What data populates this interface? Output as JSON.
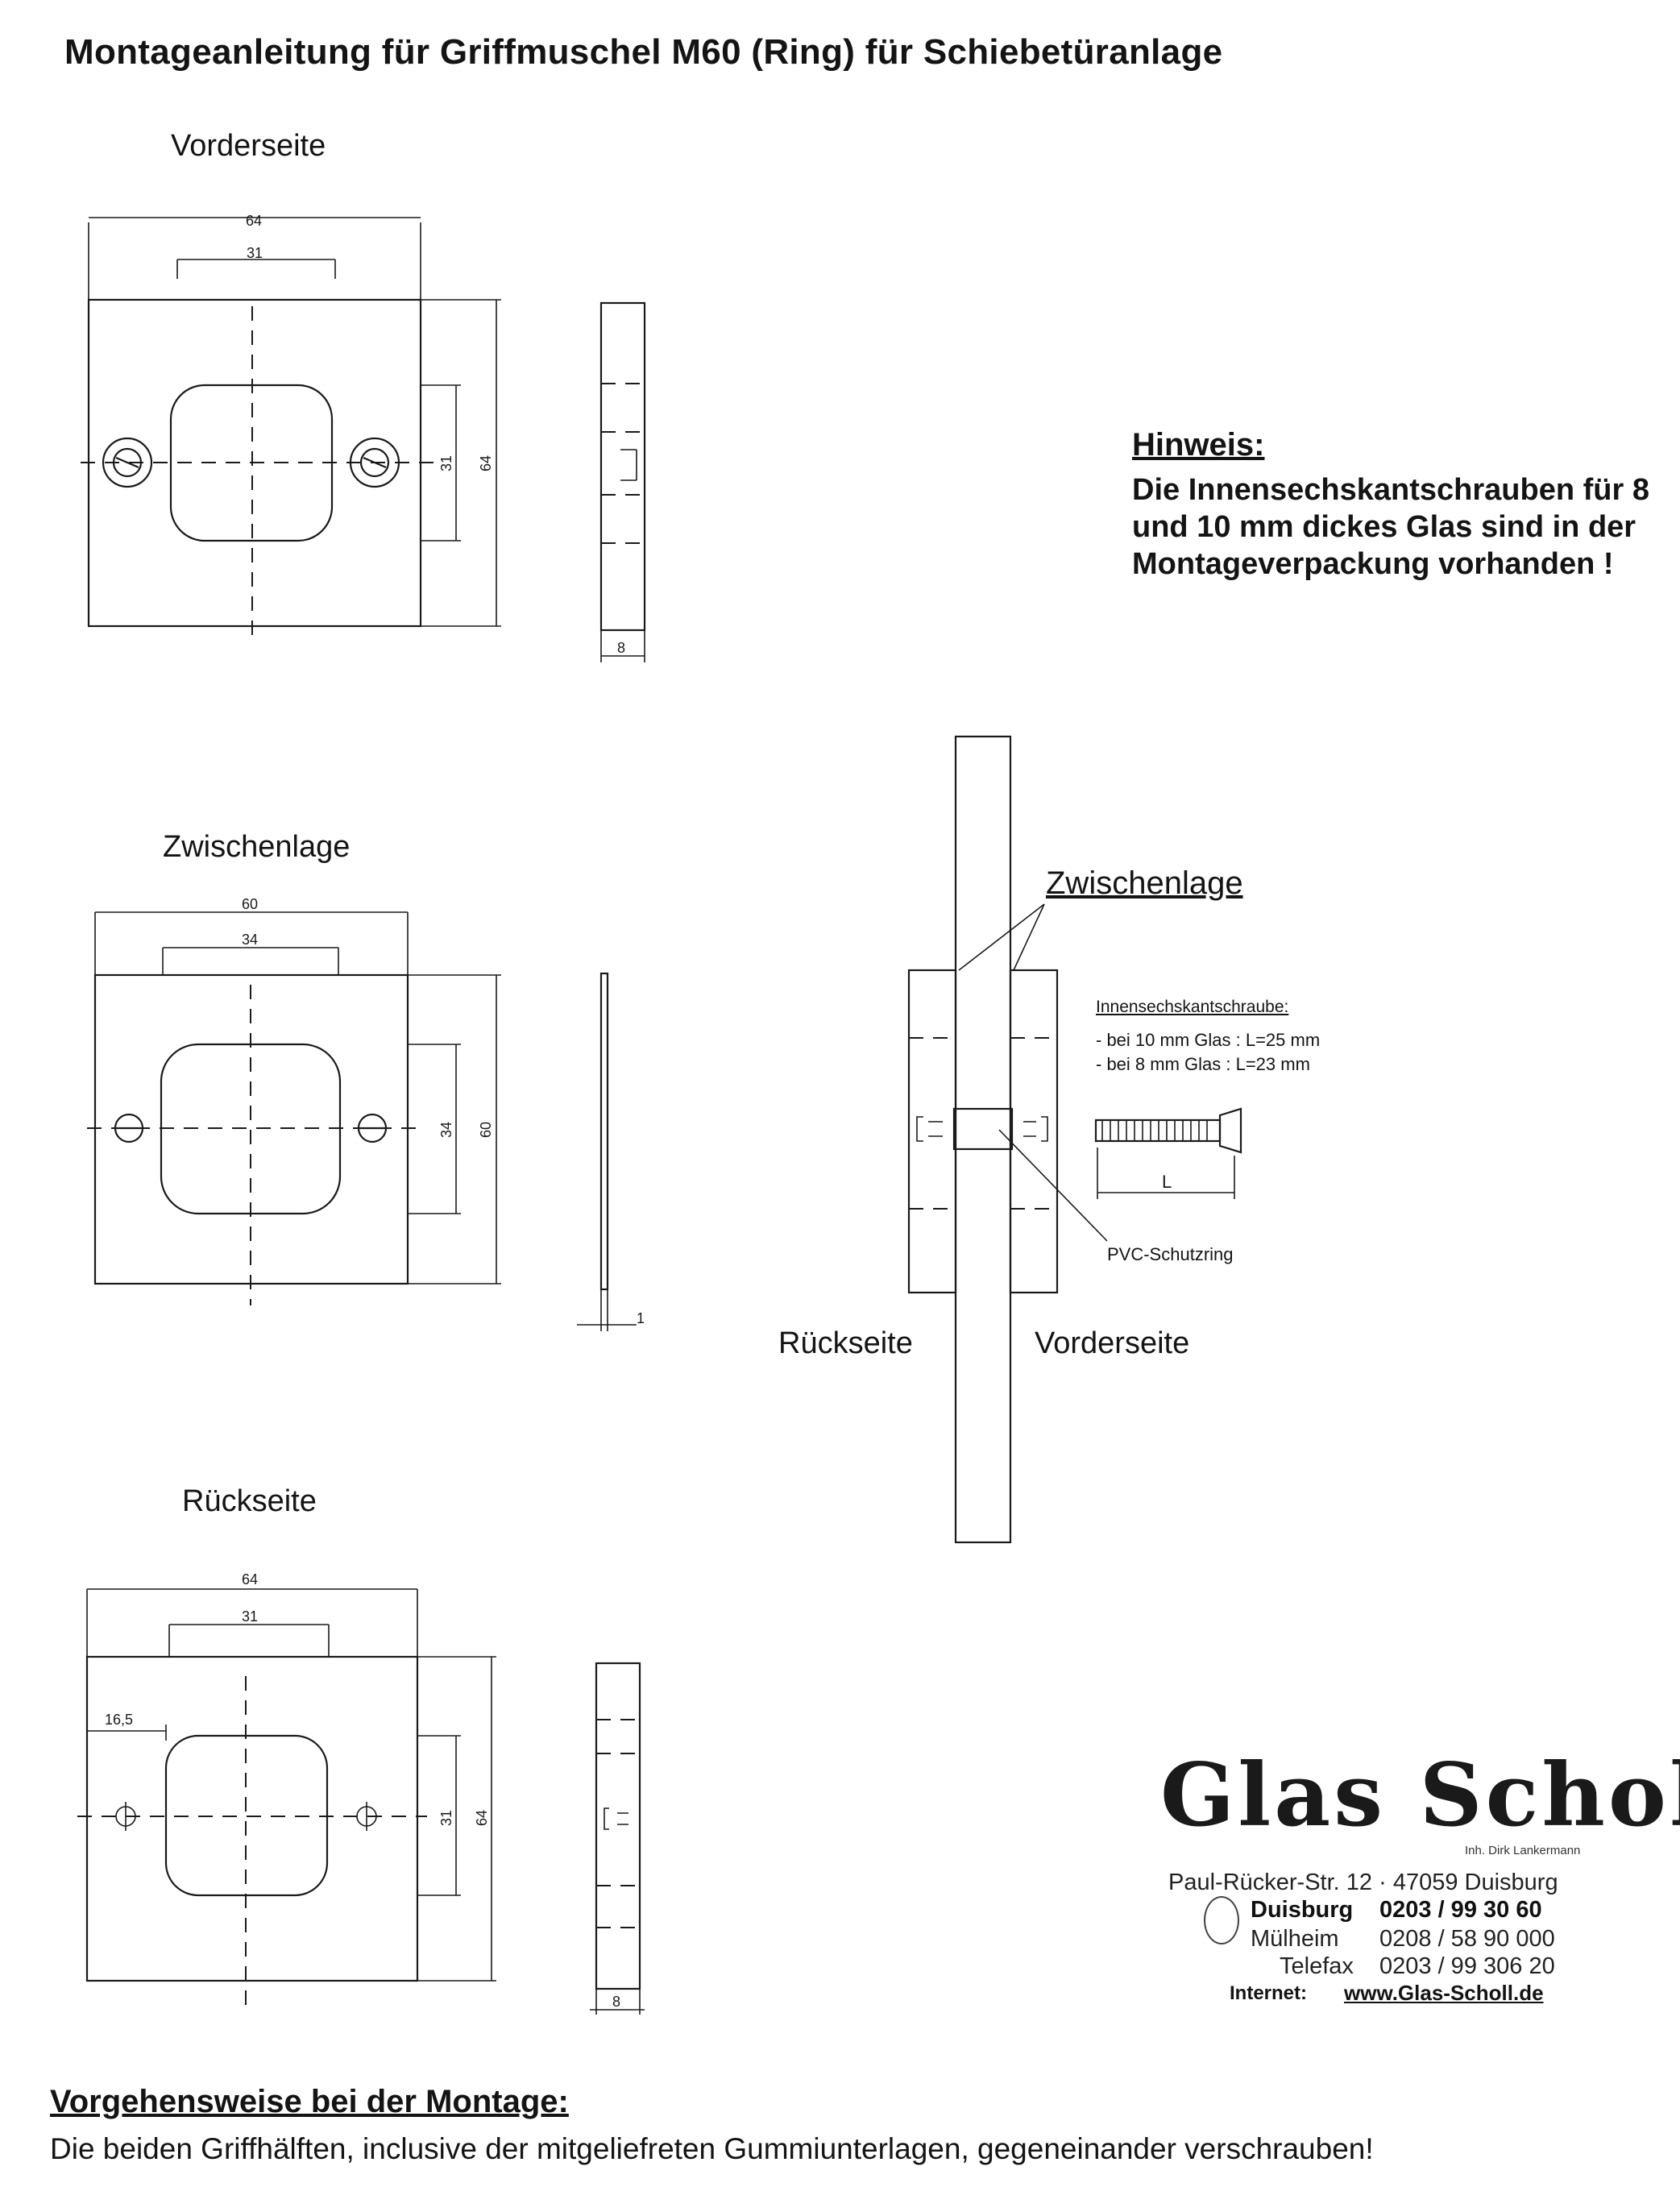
{
  "title": "Montageanleitung für Griffmuschel M60 (Ring) für Schiebetüranlage",
  "views": {
    "front": "Vorderseite",
    "middle": "Zwischenlage",
    "back": "Rückseite"
  },
  "dimensions": {
    "front": {
      "width": "64",
      "inner_width": "31",
      "inner_height": "31",
      "height": "64",
      "thickness": "8"
    },
    "middle": {
      "width": "60",
      "inner_width": "34",
      "inner_height": "34",
      "height": "60",
      "thickness": "1"
    },
    "back": {
      "width": "64",
      "inner_width": "31",
      "offset": "16,5",
      "inner_height": "31",
      "height": "64",
      "thickness": "8"
    }
  },
  "hint": {
    "title": "Hinweis:",
    "text": "Die Innensechskantschrauben für 8 und 10 mm dickes Glas sind in der Montageverpackung vorhanden !"
  },
  "assembly": {
    "layer_label": "Zwischenlage",
    "screw_title": "Innensechskantschraube:",
    "screw_line1": "- bei 10 mm Glas : L=25 mm",
    "screw_line2": "- bei 8 mm Glas : L=23 mm",
    "length_label": "L",
    "ring_label": "PVC-Schutzring",
    "back_label": "Rückseite",
    "front_label": "Vorderseite"
  },
  "logo": {
    "name": "Glas Scholl",
    "owner": "Inh. Dirk Lankermann",
    "address": "Paul-Rücker-Str. 12 · 47059 Duisburg",
    "duisburg_label": "Duisburg",
    "duisburg_phone": "0203 / 99 30 60",
    "muelheim_label": "Mülheim",
    "muelheim_phone": "0208 / 58 90 000",
    "fax_label": "Telefax",
    "fax_phone": "0203 / 99 306 20",
    "internet_label": "Internet:",
    "internet_url": "www.Glas-Scholl.de"
  },
  "procedure": {
    "title": "Vorgehensweise bei der Montage:",
    "text": "Die beiden Griffhälften, inclusive der mitgeliefreten Gummiunterlagen, gegeneinander verschrauben!"
  }
}
